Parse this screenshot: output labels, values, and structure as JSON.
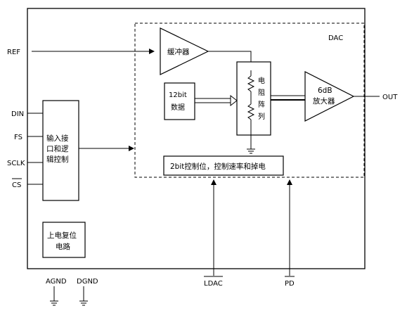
{
  "pins": {
    "ref": "REF",
    "din": "DIN",
    "fs": "FS",
    "sclk": "SCLK",
    "cs": "CS",
    "out": "OUT",
    "agnd": "AGND",
    "dgnd": "DGND",
    "ldac": "LDAC",
    "pd": "PD"
  },
  "blocks": {
    "dac": "DAC",
    "buffer": "缓冲器",
    "data_bits": "12bit",
    "data_word": "数据",
    "resistor_1": "电",
    "resistor_2": "阻",
    "resistor_3": "阵",
    "resistor_4": "列",
    "amp_gain": "6dB",
    "amp_name": "放大器",
    "interface_1": "输入接",
    "interface_2": "口和逻",
    "interface_3": "辑控制",
    "control": "2bit控制位，控制速率和掉电",
    "por_1": "上电复位",
    "por_2": "电路"
  }
}
